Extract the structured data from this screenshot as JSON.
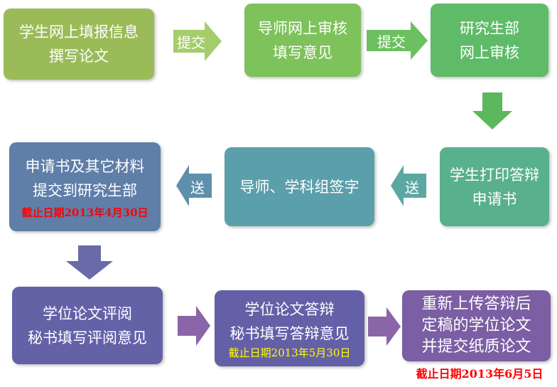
{
  "steps": [
    {
      "lines": [
        "学生网上填报信息",
        "撰写论文"
      ],
      "color": "#9bbb59"
    },
    {
      "lines": [
        "导师网上审核",
        "填写意见"
      ],
      "color": "#7dc25a"
    },
    {
      "lines": [
        "研究生部",
        "网上审核"
      ],
      "color": "#5fbb68"
    },
    {
      "lines": [
        "学生打印答辩",
        "申请书"
      ],
      "color": "#59b08c"
    },
    {
      "lines": [
        "导师、学科组签字"
      ],
      "color": "#5b9fab"
    },
    {
      "lines": [
        "申请书及其它材料",
        "提交到研究生部"
      ],
      "deadline": "截止日期2013年4月30日",
      "color": "#5f7ea8"
    },
    {
      "lines": [
        "学位论文评阅",
        "秘书填写评阅意见"
      ],
      "color": "#6362a7"
    },
    {
      "lines": [
        "学位论文答辩",
        "秘书填写答辩意见"
      ],
      "deadline": "截止日期2013年5月30日",
      "color": "#6460a7"
    },
    {
      "lines": [
        "重新上传答辩后",
        "定稿的学位论文",
        "并提交纸质论文"
      ],
      "color": "#7b5ea3"
    }
  ],
  "arrows": {
    "submit": "提交",
    "send": "送"
  },
  "final_deadline": "截止日期2013年6月5日",
  "colors": {
    "deadline_red": "#ff0000",
    "deadline_yellow": "#ffff00"
  }
}
